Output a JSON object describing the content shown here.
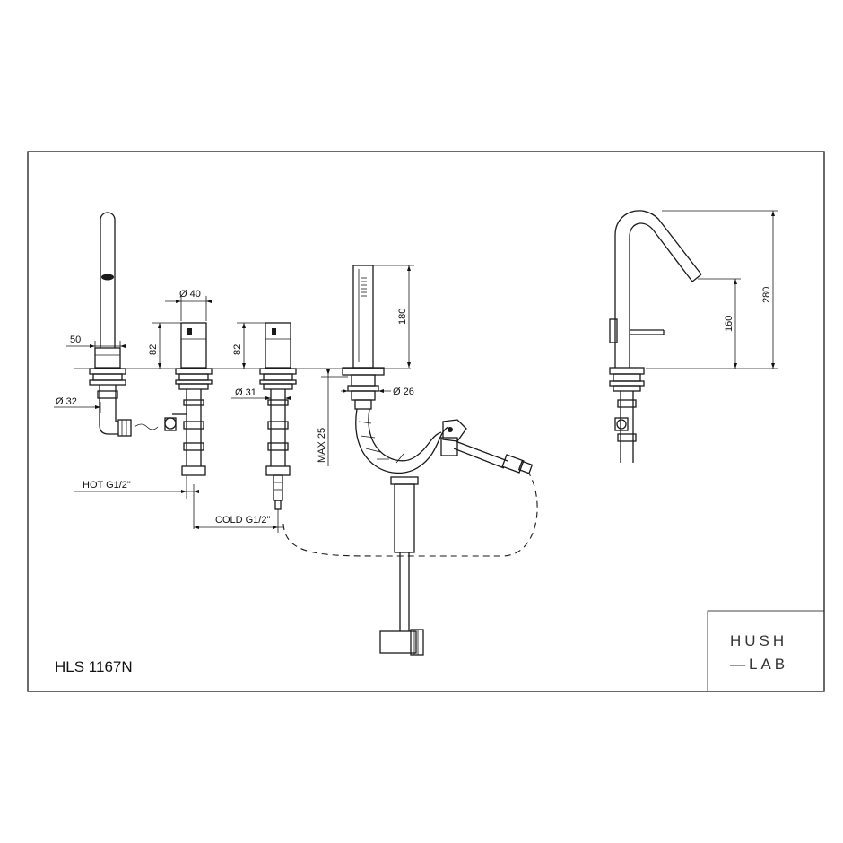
{
  "drawing": {
    "model_code": "HLS 1167N",
    "brand_line1": "HUSH",
    "brand_line2": "—LAB"
  },
  "dimensions": {
    "spout_width": "50",
    "spout_base_dia": "Ø 32",
    "handle_dia": "Ø 40",
    "handle1_height": "82",
    "handle2_height": "82",
    "handle2_base_dia": "Ø 31",
    "handshower_height": "180",
    "handshower_base_dia": "Ø 26",
    "max_thickness": "MAX 25",
    "hot_connection": "HOT G1/2\"",
    "cold_connection": "COLD G1/2\"",
    "side_spout_height": "160",
    "side_total_height": "280"
  }
}
